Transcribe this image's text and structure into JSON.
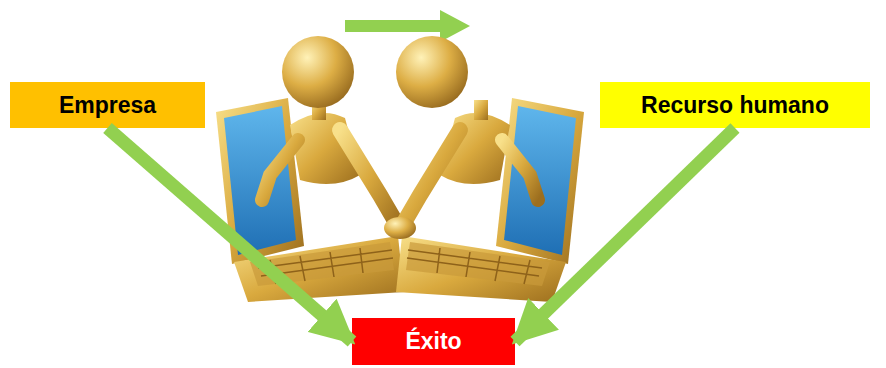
{
  "diagram": {
    "nodes": [
      {
        "text": [
          "Empresa"
        ]
      },
      {
        "text": [
          "Recurso humano"
        ]
      },
      {
        "text": [
          "Éxito"
        ]
      }
    ],
    "edges": [
      {
        "from": 0,
        "to": 2,
        "arrow": "to"
      },
      {
        "from": 1,
        "to": 2,
        "arrow": "to"
      }
    ]
  }
}
